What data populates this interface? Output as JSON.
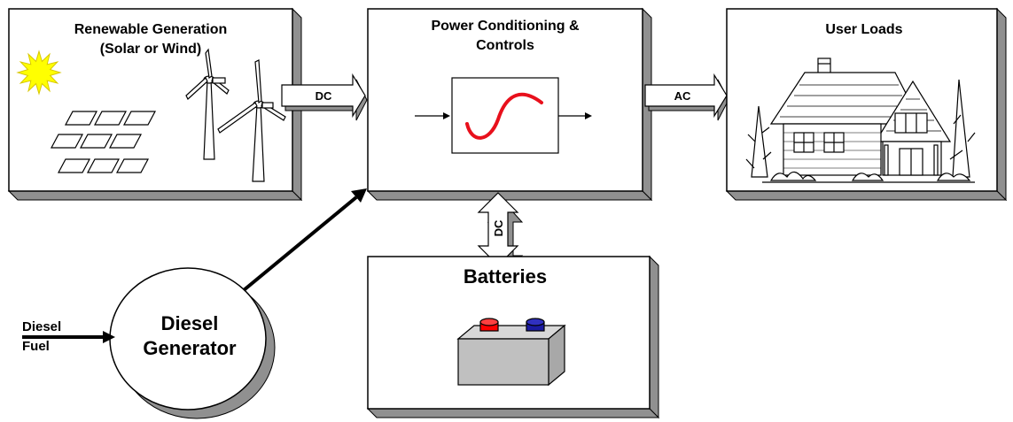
{
  "boxes": {
    "renewable": {
      "line1": "Renewable Generation",
      "line2": "(Solar or Wind)"
    },
    "power": {
      "line1": "Power Conditioning &",
      "line2": "Controls"
    },
    "loads": {
      "title": "User Loads"
    },
    "batteries": {
      "title": "Batteries"
    },
    "generator": {
      "line1": "Diesel",
      "line2": "Generator"
    }
  },
  "arrows": {
    "renewable_to_power": "DC",
    "power_to_loads": "AC",
    "power_batteries": "DC"
  },
  "fuel": {
    "line1": "Diesel",
    "line2": "Fuel"
  },
  "colors": {
    "box_fill": "#ffffff",
    "shadow": "#909090",
    "outline": "#000000",
    "sun": "#ffff00",
    "sine": "#e8101c",
    "battery_body": "#c0c0c0",
    "terminal_positive": "#ff0000",
    "terminal_negative": "#1a1aa0"
  },
  "icons": [
    "sun-icon",
    "solar-panel-icon",
    "wind-turbine-icon",
    "house-icon",
    "sine-wave-icon",
    "battery-icon"
  ]
}
